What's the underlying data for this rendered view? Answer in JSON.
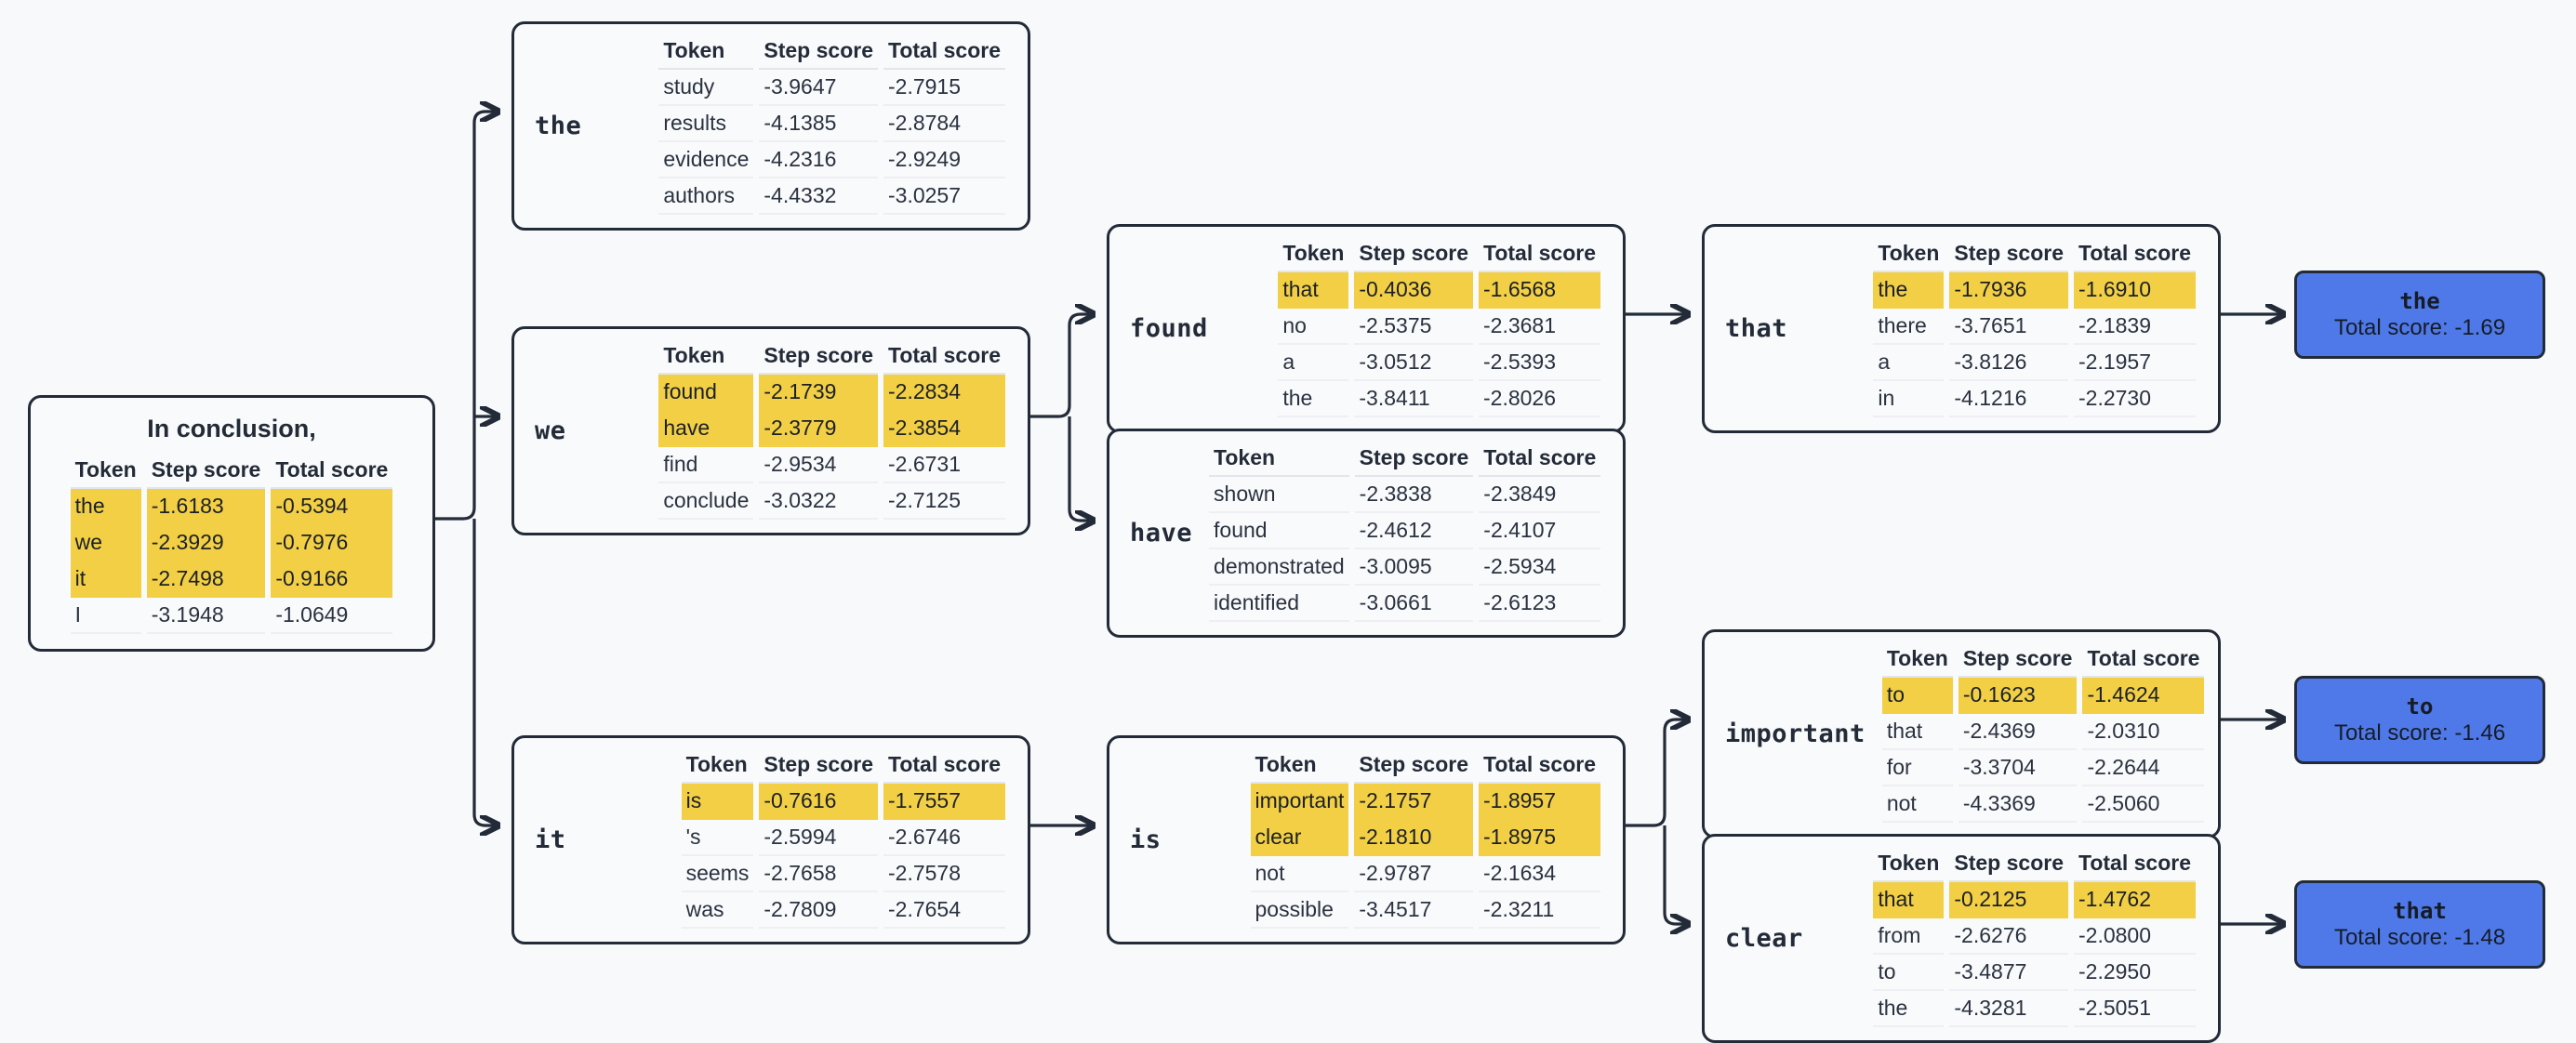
{
  "diagram": {
    "title": "In conclusion,",
    "colors": {
      "background": "#F7F9FB",
      "node_border": "#232B38",
      "node_fill": "#F9FAFB",
      "highlight": "#F2CF45",
      "result_fill": "#4F79E8",
      "text": "#232B38"
    },
    "columns": [
      "Token",
      "Step score",
      "Total score"
    ]
  },
  "root": {
    "title": "In conclusion,",
    "headers": {
      "token": "Token",
      "step": "Step score",
      "total": "Total score"
    },
    "rows": [
      {
        "token": "the",
        "step": "-1.6183",
        "total": "-0.5394",
        "highlight": true
      },
      {
        "token": "we",
        "step": "-2.3929",
        "total": "-0.7976",
        "highlight": true
      },
      {
        "token": "it",
        "step": "-2.7498",
        "total": "-0.9166",
        "highlight": true
      },
      {
        "token": "I",
        "step": "-3.1948",
        "total": "-1.0649",
        "highlight": false
      }
    ]
  },
  "nodes": {
    "the": {
      "label": "the",
      "headers": {
        "token": "Token",
        "step": "Step score",
        "total": "Total score"
      },
      "rows": [
        {
          "token": "study",
          "step": "-3.9647",
          "total": "-2.7915",
          "highlight": false
        },
        {
          "token": "results",
          "step": "-4.1385",
          "total": "-2.8784",
          "highlight": false
        },
        {
          "token": "evidence",
          "step": "-4.2316",
          "total": "-2.9249",
          "highlight": false
        },
        {
          "token": "authors",
          "step": "-4.4332",
          "total": "-3.0257",
          "highlight": false
        }
      ]
    },
    "we": {
      "label": "we",
      "headers": {
        "token": "Token",
        "step": "Step score",
        "total": "Total score"
      },
      "rows": [
        {
          "token": "found",
          "step": "-2.1739",
          "total": "-2.2834",
          "highlight": true
        },
        {
          "token": "have",
          "step": "-2.3779",
          "total": "-2.3854",
          "highlight": true
        },
        {
          "token": "find",
          "step": "-2.9534",
          "total": "-2.6731",
          "highlight": false
        },
        {
          "token": "conclude",
          "step": "-3.0322",
          "total": "-2.7125",
          "highlight": false
        }
      ]
    },
    "it": {
      "label": "it",
      "headers": {
        "token": "Token",
        "step": "Step score",
        "total": "Total score"
      },
      "rows": [
        {
          "token": "is",
          "step": "-0.7616",
          "total": "-1.7557",
          "highlight": true
        },
        {
          "token": "'s",
          "step": "-2.5994",
          "total": "-2.6746",
          "highlight": false
        },
        {
          "token": "seems",
          "step": "-2.7658",
          "total": "-2.7578",
          "highlight": false
        },
        {
          "token": "was",
          "step": "-2.7809",
          "total": "-2.7654",
          "highlight": false
        }
      ]
    },
    "found": {
      "label": "found",
      "headers": {
        "token": "Token",
        "step": "Step score",
        "total": "Total score"
      },
      "rows": [
        {
          "token": "that",
          "step": "-0.4036",
          "total": "-1.6568",
          "highlight": true
        },
        {
          "token": "no",
          "step": "-2.5375",
          "total": "-2.3681",
          "highlight": false
        },
        {
          "token": "a",
          "step": "-3.0512",
          "total": "-2.5393",
          "highlight": false
        },
        {
          "token": "the",
          "step": "-3.8411",
          "total": "-2.8026",
          "highlight": false
        }
      ]
    },
    "have": {
      "label": "have",
      "headers": {
        "token": "Token",
        "step": "Step score",
        "total": "Total score"
      },
      "rows": [
        {
          "token": "shown",
          "step": "-2.3838",
          "total": "-2.3849",
          "highlight": false
        },
        {
          "token": "found",
          "step": "-2.4612",
          "total": "-2.4107",
          "highlight": false
        },
        {
          "token": "demonstrated",
          "step": "-3.0095",
          "total": "-2.5934",
          "highlight": false
        },
        {
          "token": "identified",
          "step": "-3.0661",
          "total": "-2.6123",
          "highlight": false
        }
      ]
    },
    "is": {
      "label": "is",
      "headers": {
        "token": "Token",
        "step": "Step score",
        "total": "Total score"
      },
      "rows": [
        {
          "token": "important",
          "step": "-2.1757",
          "total": "-1.8957",
          "highlight": true
        },
        {
          "token": "clear",
          "step": "-2.1810",
          "total": "-1.8975",
          "highlight": true
        },
        {
          "token": "not",
          "step": "-2.9787",
          "total": "-2.1634",
          "highlight": false
        },
        {
          "token": "possible",
          "step": "-3.4517",
          "total": "-2.3211",
          "highlight": false
        }
      ]
    },
    "that": {
      "label": "that",
      "headers": {
        "token": "Token",
        "step": "Step score",
        "total": "Total score"
      },
      "rows": [
        {
          "token": "the",
          "step": "-1.7936",
          "total": "-1.6910",
          "highlight": true
        },
        {
          "token": "there",
          "step": "-3.7651",
          "total": "-2.1839",
          "highlight": false
        },
        {
          "token": "a",
          "step": "-3.8126",
          "total": "-2.1957",
          "highlight": false
        },
        {
          "token": "in",
          "step": "-4.1216",
          "total": "-2.2730",
          "highlight": false
        }
      ]
    },
    "important": {
      "label": "important",
      "headers": {
        "token": "Token",
        "step": "Step score",
        "total": "Total score"
      },
      "rows": [
        {
          "token": "to",
          "step": "-0.1623",
          "total": "-1.4624",
          "highlight": true
        },
        {
          "token": "that",
          "step": "-2.4369",
          "total": "-2.0310",
          "highlight": false
        },
        {
          "token": "for",
          "step": "-3.3704",
          "total": "-2.2644",
          "highlight": false
        },
        {
          "token": "not",
          "step": "-4.3369",
          "total": "-2.5060",
          "highlight": false
        }
      ]
    },
    "clear": {
      "label": "clear",
      "headers": {
        "token": "Token",
        "step": "Step score",
        "total": "Total score"
      },
      "rows": [
        {
          "token": "that",
          "step": "-0.2125",
          "total": "-1.4762",
          "highlight": true
        },
        {
          "token": "from",
          "step": "-2.6276",
          "total": "-2.0800",
          "highlight": false
        },
        {
          "token": "to",
          "step": "-3.4877",
          "total": "-2.2950",
          "highlight": false
        },
        {
          "token": "the",
          "step": "-4.3281",
          "total": "-2.5051",
          "highlight": false
        }
      ]
    }
  },
  "results": [
    {
      "id": "result-the",
      "token": "the",
      "score_label": "Total score: -1.69"
    },
    {
      "id": "result-to",
      "token": "to",
      "score_label": "Total score: -1.46"
    },
    {
      "id": "result-that",
      "token": "that",
      "score_label": "Total score: -1.48"
    }
  ]
}
